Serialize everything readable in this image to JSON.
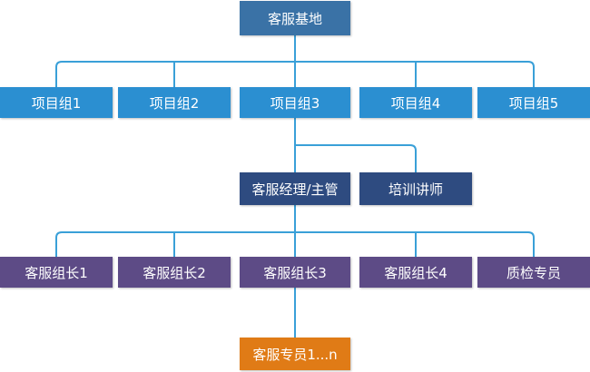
{
  "diagram": {
    "root": "客服基地",
    "projects": [
      "项目组1",
      "项目组2",
      "项目组3",
      "项目组4",
      "项目组5"
    ],
    "manager": "客服经理/主管",
    "trainer": "培训讲师",
    "leaders": [
      "客服组长1",
      "客服组长2",
      "客服组长3",
      "客服组长4"
    ],
    "qc": "质检专员",
    "staff": "客服专员1...n"
  },
  "colors": {
    "connector": "#3aa0d8",
    "root": "#3a72a6",
    "project": "#2b8fd1",
    "manager": "#2e4b80",
    "leader": "#5d4b86",
    "staff": "#e07b16"
  }
}
